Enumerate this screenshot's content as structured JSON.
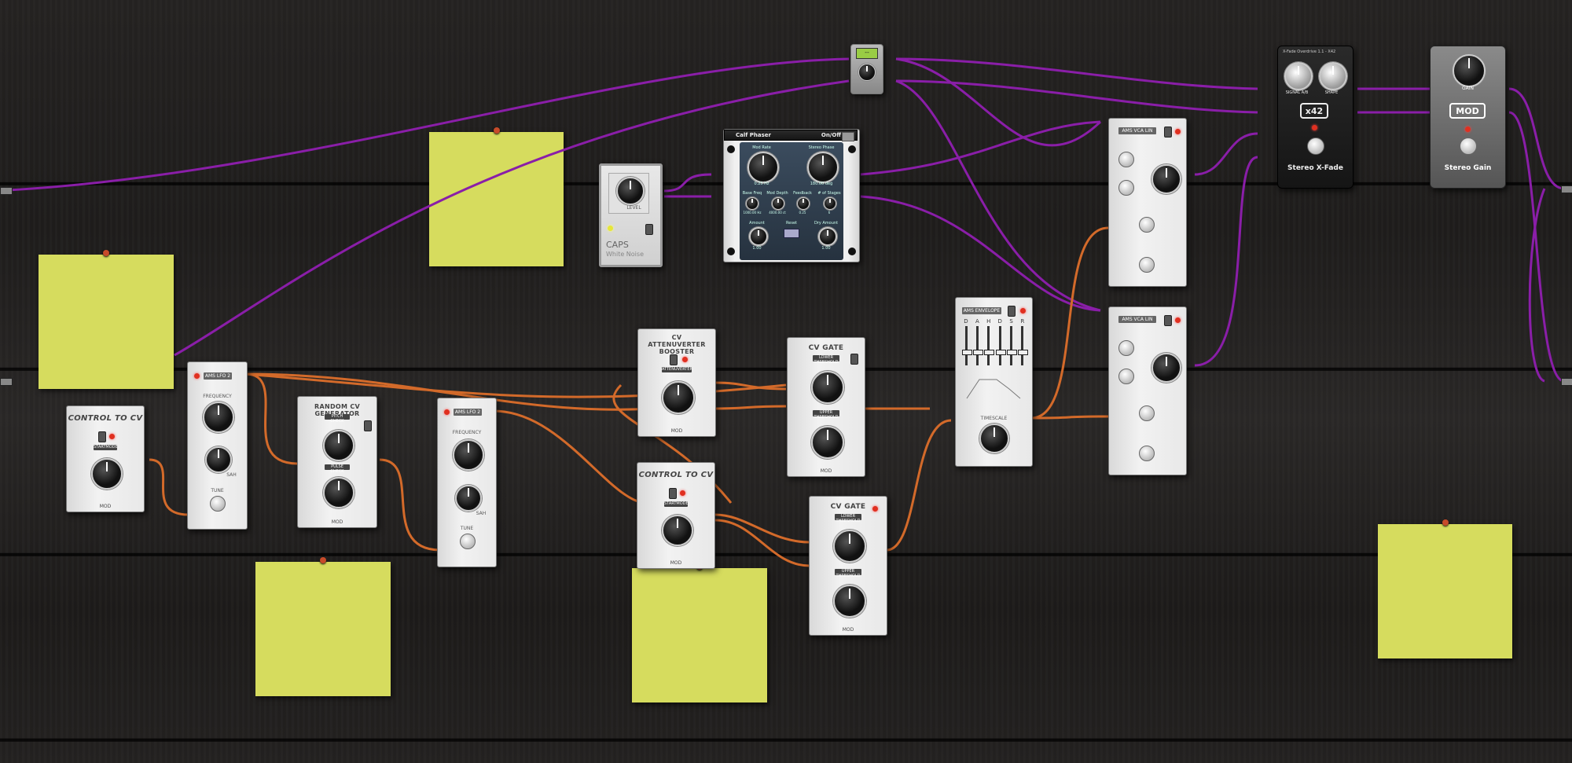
{
  "plugins": {
    "control_to_cv_1": {
      "title": "CONTROL TO CV",
      "button": "STARTMODE",
      "brand": "MOD"
    },
    "ams_lfo_1": {
      "title": "AMS LFO 2",
      "freq": "FREQUENCY",
      "tune": "TUNE",
      "sah": "SAH"
    },
    "random_cv": {
      "title": "RANDOM CV GENERATOR",
      "btn1": "PITCH CHECK",
      "btn2": "PULSE CHECK",
      "brand": "MOD"
    },
    "ams_lfo_2": {
      "title": "AMS LFO 2",
      "freq": "FREQUENCY",
      "tune": "TUNE",
      "sah": "SAH"
    },
    "cv_atten": {
      "title": "CV ATTENUVERTER BOOSTER",
      "button": "ATTENUVERTER",
      "brand": "MOD"
    },
    "control_to_cv_2": {
      "title": "CONTROL TO CV",
      "button": "STARTMODE",
      "brand": "MOD"
    },
    "cv_gate_1": {
      "title": "CV GATE",
      "btn1": "LOWER THRESHOLD",
      "btn2": "UPPER THRESHOLD",
      "brand": "MOD"
    },
    "cv_gate_2": {
      "title": "CV GATE",
      "btn1": "LOWER THRESHOLD",
      "btn2": "UPPER THRESHOLD",
      "brand": "MOD"
    },
    "ams_envelope": {
      "title": "AMS ENVELOPE",
      "sliders": [
        "D",
        "A",
        "H",
        "D",
        "S",
        "R"
      ],
      "knob": "TIMESCALE"
    },
    "caps_noise": {
      "title": "CAPS",
      "subtitle": "White Noise",
      "knob": "LEVEL"
    },
    "calf_phaser": {
      "title": "Calf Phaser",
      "onoff": "On/Off",
      "k1": "Mod Rate",
      "k1v": "0.25 Hz",
      "k2": "Stereo Phase",
      "k2v": "180.00 deg",
      "s1": "Base Freq",
      "s1v": "1000.00 Hz",
      "s2": "Mod Depth",
      "s2v": "4000.00 ct",
      "s3": "Feedback",
      "s3v": "0.25",
      "s4": "# of Stages",
      "s4v": "6",
      "b1": "Amount",
      "b1v": "1.00",
      "b2": "Reset",
      "b3": "Dry Amount",
      "b3v": "1.00"
    },
    "ams_vca_1": {
      "title": "AMS VCA LIN"
    },
    "ams_vca_2": {
      "title": "AMS VCA LIN"
    },
    "stereo_xfade": {
      "header": "X-Fade Overdrive 1.1 - X42",
      "k1": "SIGNAL A/B",
      "k2": "SHAPE",
      "badge": "x42",
      "name": "Stereo X-Fade"
    },
    "stereo_gain": {
      "k1": "GAIN",
      "badge": "MOD",
      "name": "Stereo Gain"
    },
    "tuner": {
      "display": "--"
    }
  },
  "colors": {
    "audio_cable": "#8a1ea8",
    "cv_cable": "#d36a2a",
    "note": "#d6dc5e",
    "background": "#222020"
  }
}
